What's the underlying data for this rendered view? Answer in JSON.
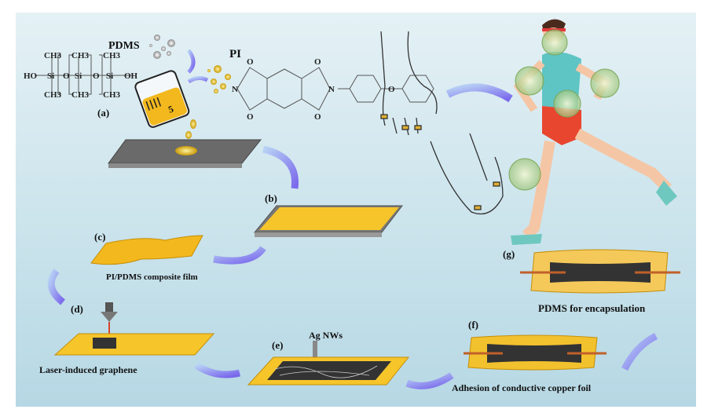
{
  "colors": {
    "background_top": "#dfeef3",
    "background_bottom": "#b9dbe6",
    "film": "#f2c12e",
    "graphene": "#3a3a3a",
    "copper": "#c0602a",
    "arrow": "#8a7cf0",
    "substrate": "#6e6e6e"
  },
  "labels": {
    "pdms": "PDMS",
    "pi": "PI",
    "step_a": "(a)",
    "step_b": "(b)",
    "step_c": "(c)",
    "step_d": "(d)",
    "step_e": "(e)",
    "step_f": "(f)",
    "step_g": "(g)",
    "composite_film": "PI/PDMS composite film",
    "laser_graphene": "Laser-induced graphene",
    "ag_nws": "Ag NWs",
    "copper_foil": "Adhesion of conductive copper foil",
    "encapsulation": "PDMS for encapsulation"
  },
  "pdms_structure": {
    "ch3": "CH3",
    "si": "Si",
    "o": "O",
    "ho": "HO",
    "oh": "OH"
  },
  "pi_structure": {
    "n": "N",
    "o": "O"
  },
  "beaker": {
    "mark": "5"
  }
}
